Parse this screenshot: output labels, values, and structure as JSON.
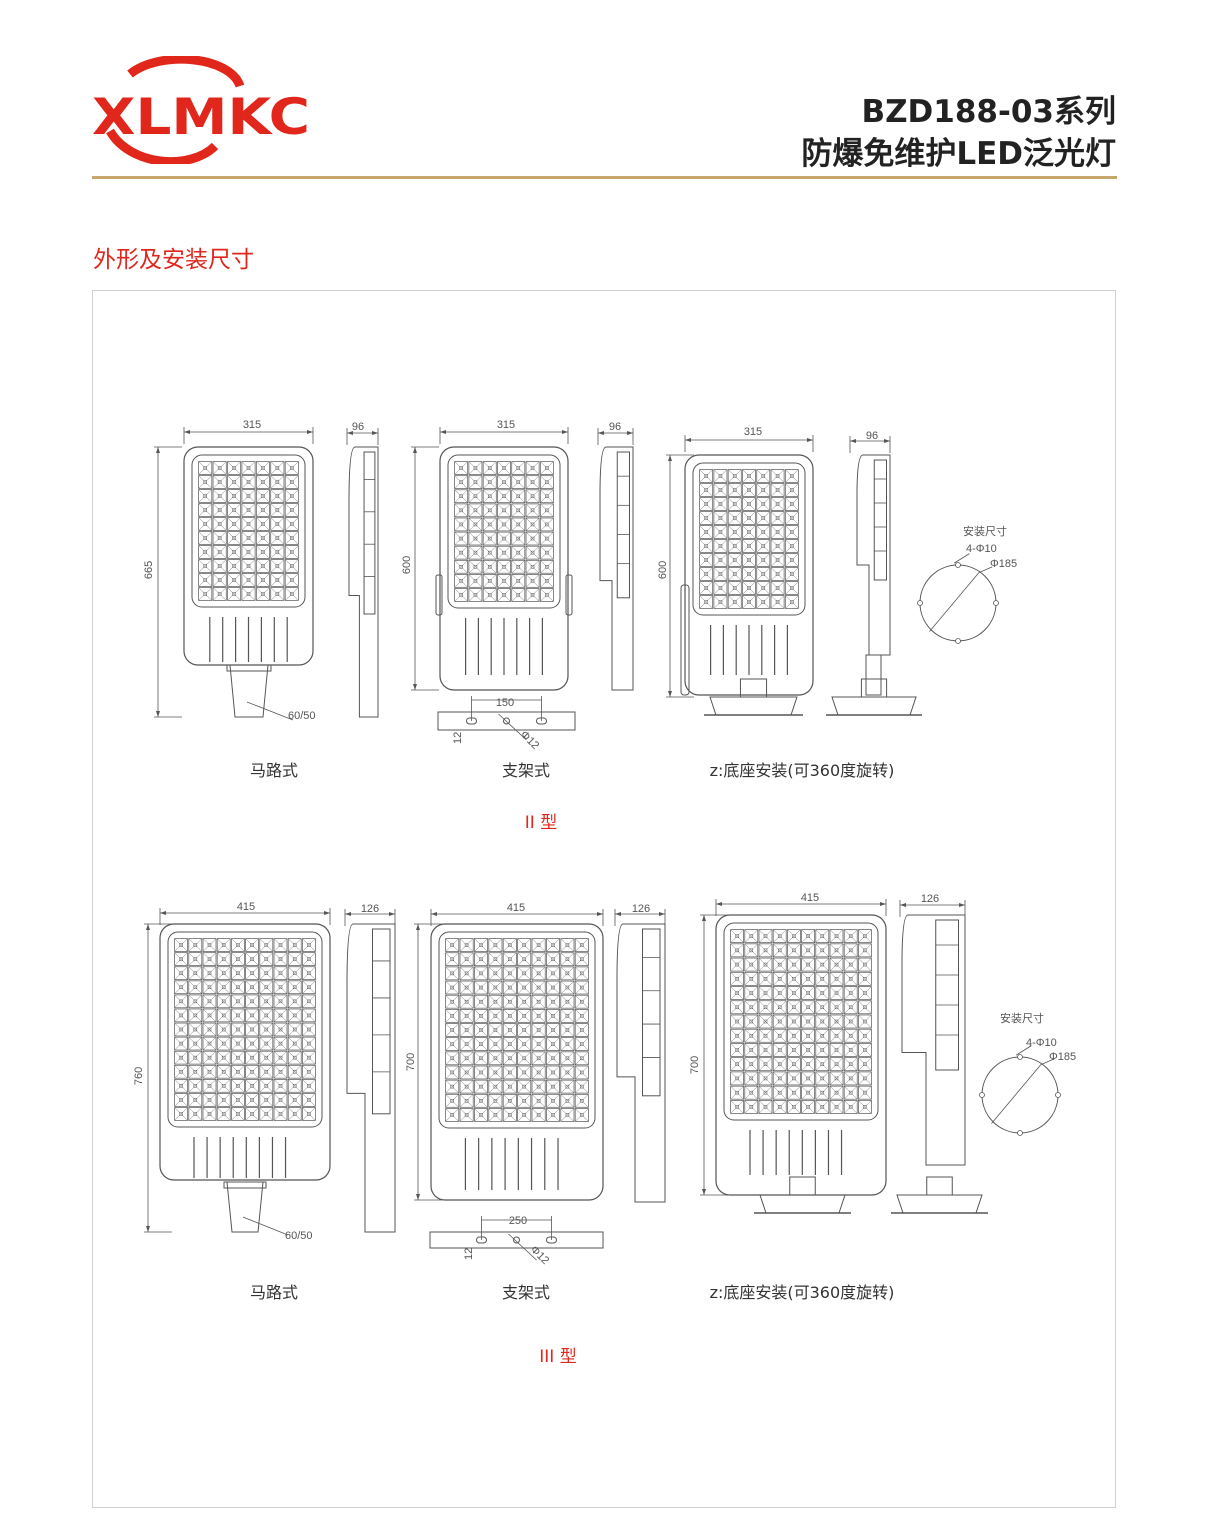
{
  "header": {
    "logo_text": "XLMKC",
    "title_line1": "BZD188-03系列",
    "title_line2": "防爆免维护LED泛光灯"
  },
  "section_title": "外形及安装尺寸",
  "colors": {
    "brand_red": "#e1261c",
    "gold_rule": "#c9a66b",
    "line": "#555555"
  },
  "type_ii": {
    "label": "II 型",
    "road": {
      "caption": "马路式",
      "width": "315",
      "depth": "96",
      "height": "665",
      "pole": "60/50"
    },
    "bracket": {
      "caption": "支架式",
      "width": "315",
      "depth": "96",
      "height": "600",
      "hole_spacing": "150",
      "slot": "12",
      "hole_dia": "Φ12"
    },
    "base": {
      "caption": "z:底座安装(可360度旋转)",
      "width": "315",
      "depth": "96",
      "height": "600"
    },
    "mount": {
      "title": "安装尺寸",
      "holes": "4-Φ10",
      "pcd": "Φ185"
    }
  },
  "type_iii": {
    "label": "III 型",
    "road": {
      "caption": "马路式",
      "width": "415",
      "depth": "126",
      "height": "760",
      "pole": "60/50"
    },
    "bracket": {
      "caption": "支架式",
      "width": "415",
      "depth": "126",
      "height": "700",
      "hole_spacing": "250",
      "slot": "12",
      "hole_dia": "Φ12"
    },
    "base": {
      "caption": "z:底座安装(可360度旋转)",
      "width": "415",
      "depth": "126",
      "height": "700"
    },
    "mount": {
      "title": "安装尺寸",
      "holes": "4-Φ10",
      "pcd": "Φ185"
    }
  }
}
